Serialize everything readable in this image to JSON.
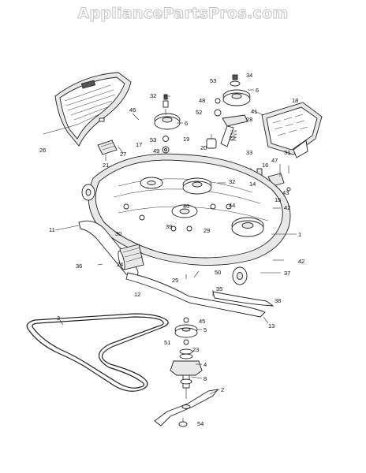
{
  "watermark": "AppliancePartsPros.com",
  "callouts": [
    {
      "id": "c1",
      "text": "1"
    },
    {
      "id": "c2",
      "text": "2"
    },
    {
      "id": "c3",
      "text": "3"
    },
    {
      "id": "c4",
      "text": "4"
    },
    {
      "id": "c5",
      "text": "5"
    },
    {
      "id": "c6a",
      "text": "6"
    },
    {
      "id": "c6b",
      "text": "6"
    },
    {
      "id": "c8",
      "text": "8"
    },
    {
      "id": "c11",
      "text": "11"
    },
    {
      "id": "c12",
      "text": "12"
    },
    {
      "id": "c13",
      "text": "13"
    },
    {
      "id": "c14",
      "text": "14"
    },
    {
      "id": "c15",
      "text": "15"
    },
    {
      "id": "c16",
      "text": "16"
    },
    {
      "id": "c17",
      "text": "17"
    },
    {
      "id": "c18",
      "text": "18"
    },
    {
      "id": "c19",
      "text": "19"
    },
    {
      "id": "c20",
      "text": "20"
    },
    {
      "id": "c21",
      "text": "21"
    },
    {
      "id": "c22",
      "text": "22"
    },
    {
      "id": "c23",
      "text": "23"
    },
    {
      "id": "c24",
      "text": "24"
    },
    {
      "id": "c25",
      "text": "25"
    },
    {
      "id": "c26",
      "text": "26"
    },
    {
      "id": "c27",
      "text": "27"
    },
    {
      "id": "c28",
      "text": "28"
    },
    {
      "id": "c29",
      "text": "29"
    },
    {
      "id": "c30",
      "text": "30"
    },
    {
      "id": "c31",
      "text": "31"
    },
    {
      "id": "c32a",
      "text": "32"
    },
    {
      "id": "c32b",
      "text": "32"
    },
    {
      "id": "c33",
      "text": "33"
    },
    {
      "id": "c34",
      "text": "34"
    },
    {
      "id": "c35",
      "text": "35"
    },
    {
      "id": "c36",
      "text": "36"
    },
    {
      "id": "c37",
      "text": "37"
    },
    {
      "id": "c38",
      "text": "38"
    },
    {
      "id": "c39",
      "text": "39"
    },
    {
      "id": "c40",
      "text": "40"
    },
    {
      "id": "c41",
      "text": "41"
    },
    {
      "id": "c42a",
      "text": "42"
    },
    {
      "id": "c42b",
      "text": "42"
    },
    {
      "id": "c43",
      "text": "43"
    },
    {
      "id": "c44",
      "text": "44"
    },
    {
      "id": "c45",
      "text": "45"
    },
    {
      "id": "c46",
      "text": "46"
    },
    {
      "id": "c47",
      "text": "47"
    },
    {
      "id": "c48",
      "text": "48"
    },
    {
      "id": "c49",
      "text": "49"
    },
    {
      "id": "c50",
      "text": "50"
    },
    {
      "id": "c51",
      "text": "51"
    },
    {
      "id": "c52",
      "text": "52"
    },
    {
      "id": "c53a",
      "text": "53"
    },
    {
      "id": "c53b",
      "text": "53"
    },
    {
      "id": "c54",
      "text": "54"
    }
  ]
}
